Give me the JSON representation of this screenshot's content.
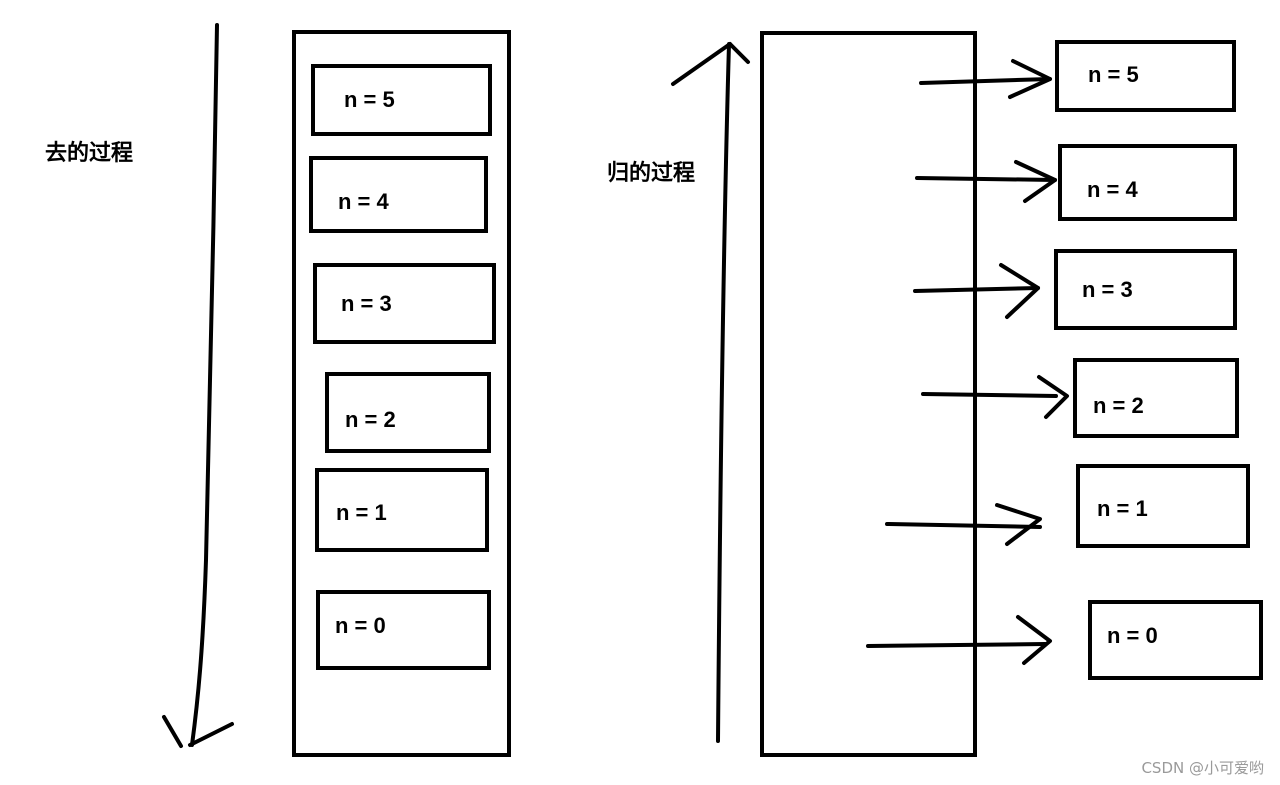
{
  "diagram": {
    "descent_label": "去的过程",
    "return_label": "归的过程",
    "descent_stack": [
      "n = 5",
      "n = 4",
      "n = 3",
      "n = 2",
      "n = 1",
      "n = 0"
    ],
    "return_items": [
      "n = 5",
      "n = 4",
      "n = 3",
      "n = 2",
      "n = 1",
      "n = 0"
    ],
    "watermark": "CSDN @小可爱哟",
    "colors": {
      "ink": "#000000",
      "watermark": "#9a9a9a",
      "background": "#ffffff"
    }
  }
}
